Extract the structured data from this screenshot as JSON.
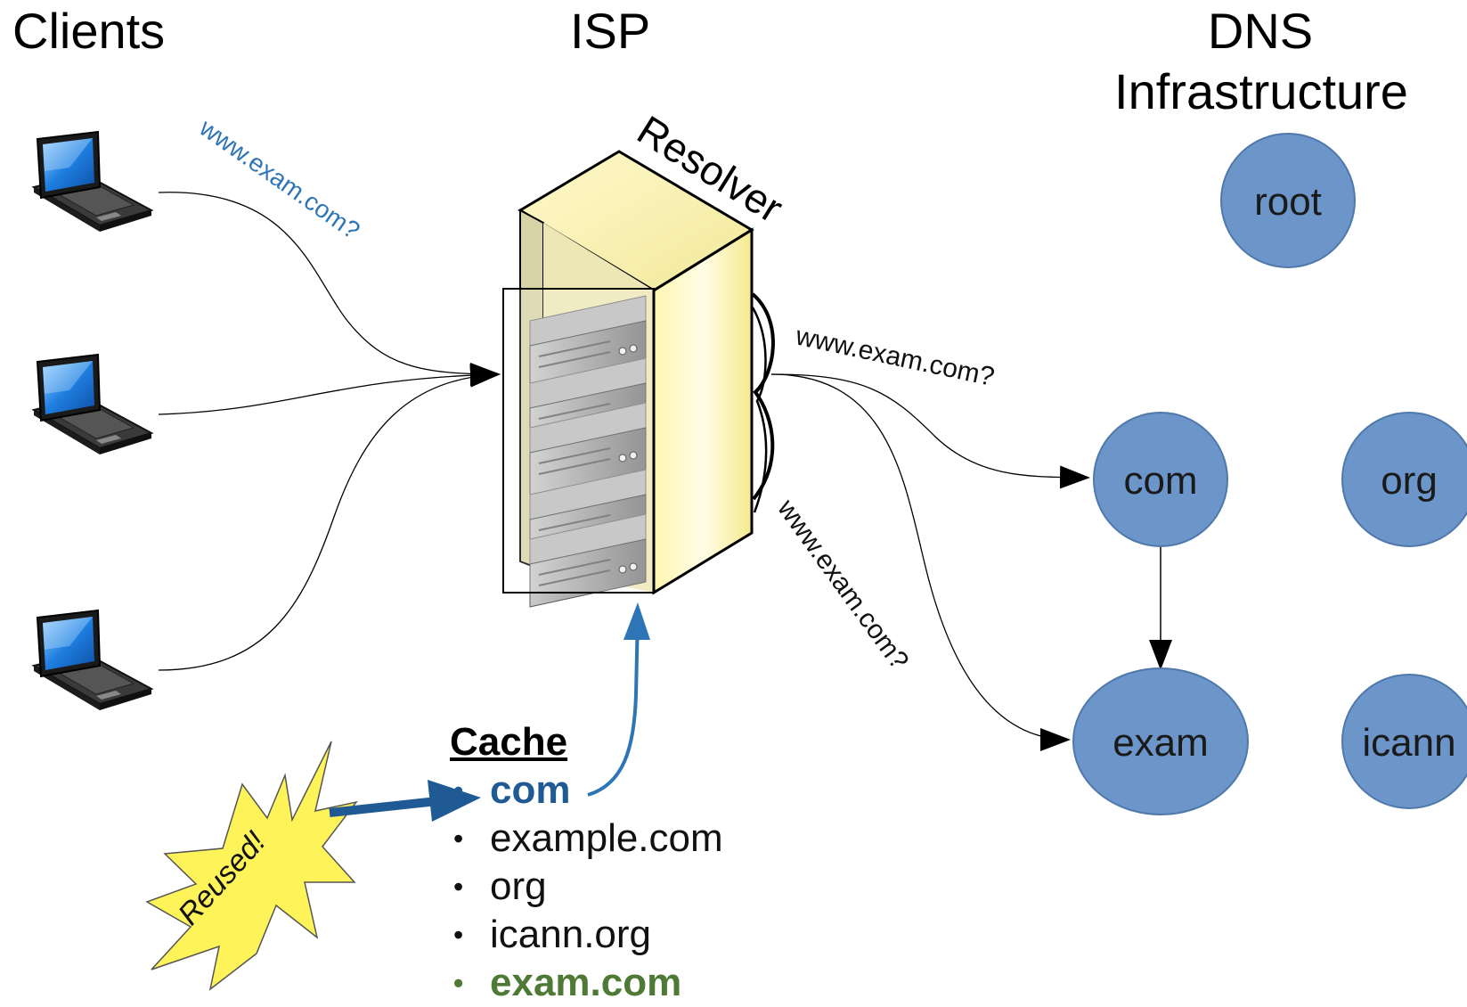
{
  "headers": {
    "clients": "Clients",
    "isp": "ISP",
    "dns_line1": "DNS",
    "dns_line2": "Infrastructure"
  },
  "resolver_label": "Resolver",
  "queries": {
    "client_query": "www.exam.com?",
    "resolver_to_com": "www.exam.com?",
    "resolver_to_exam": "www.exam.com?"
  },
  "dns_nodes": {
    "root": "root",
    "com": "com",
    "org": "org",
    "exam": "exam",
    "icann": "icann"
  },
  "cache": {
    "title": "Cache",
    "items": [
      {
        "label": "com",
        "style": "highlight-blue"
      },
      {
        "label": "example.com",
        "style": "plain"
      },
      {
        "label": "org",
        "style": "plain"
      },
      {
        "label": "icann.org",
        "style": "plain"
      },
      {
        "label": "exam.com",
        "style": "highlight-green"
      }
    ]
  },
  "reused_badge": "Reused!",
  "icons": [
    "laptop-icon",
    "server-rack-icon",
    "starburst-icon"
  ],
  "colors": {
    "node_fill": "#6c95c9",
    "node_stroke": "#4f78ab",
    "query_blue": "#2e75b6",
    "cache_blue": "#1f5a94",
    "cache_green": "#4e7a35",
    "badge_fill": "#fff35a",
    "rack_cream": "#fdf8c6"
  }
}
